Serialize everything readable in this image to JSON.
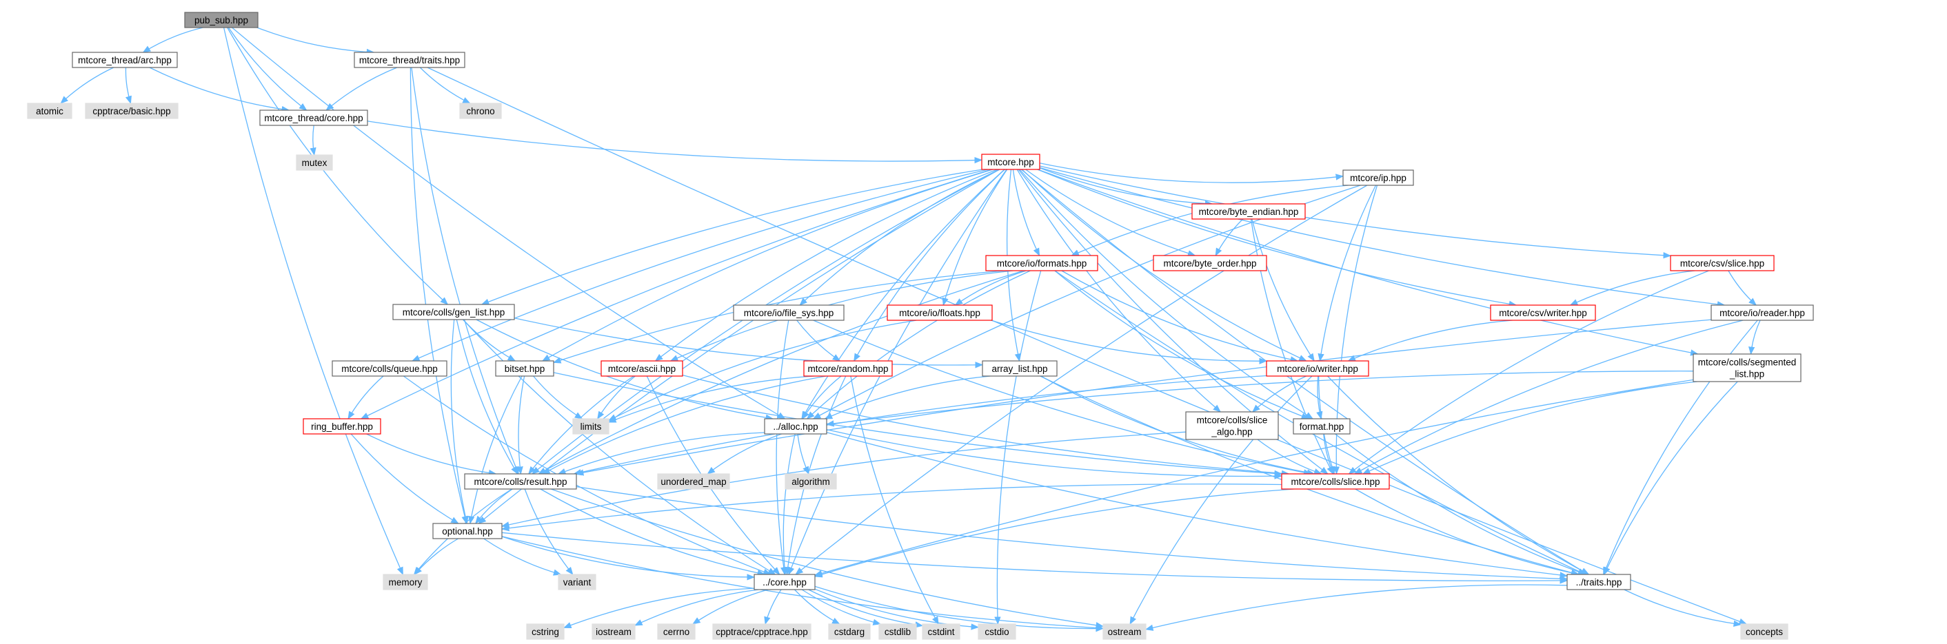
{
  "graph": {
    "colors": {
      "edge": "#63b8ff",
      "root_fill": "#999999",
      "file_border": "#666666",
      "truncated_border": "#ff0000",
      "system_fill": "#e0e0e0"
    },
    "nodes": [
      {
        "id": "pub_sub",
        "label": "pub_sub.hpp",
        "kind": "root"
      },
      {
        "id": "arc",
        "label": "mtcore_thread/arc.hpp",
        "kind": "file"
      },
      {
        "id": "ttraits",
        "label": "mtcore_thread/traits.hpp",
        "kind": "file"
      },
      {
        "id": "atomic",
        "label": "atomic",
        "kind": "system"
      },
      {
        "id": "cpptrace_basic",
        "label": "cpptrace/basic.hpp",
        "kind": "system"
      },
      {
        "id": "tcore",
        "label": "mtcore_thread/core.hpp",
        "kind": "file"
      },
      {
        "id": "chrono",
        "label": "chrono",
        "kind": "system"
      },
      {
        "id": "mutex",
        "label": "mutex",
        "kind": "system"
      },
      {
        "id": "mtcore",
        "label": "mtcore.hpp",
        "kind": "truncated"
      },
      {
        "id": "byte_endian",
        "label": "mtcore/byte_endian.hpp",
        "kind": "truncated"
      },
      {
        "id": "ip",
        "label": "mtcore/ip.hpp",
        "kind": "file"
      },
      {
        "id": "formats",
        "label": "mtcore/io/formats.hpp",
        "kind": "truncated"
      },
      {
        "id": "byte_order",
        "label": "mtcore/byte_order.hpp",
        "kind": "truncated"
      },
      {
        "id": "csv_slice",
        "label": "mtcore/csv/slice.hpp",
        "kind": "truncated"
      },
      {
        "id": "gen_list",
        "label": "mtcore/colls/gen_list.hpp",
        "kind": "file"
      },
      {
        "id": "file_sys",
        "label": "mtcore/io/file_sys.hpp",
        "kind": "file"
      },
      {
        "id": "floats",
        "label": "mtcore/io/floats.hpp",
        "kind": "truncated"
      },
      {
        "id": "csv_writer",
        "label": "mtcore/csv/writer.hpp",
        "kind": "truncated"
      },
      {
        "id": "reader",
        "label": "mtcore/io/reader.hpp",
        "kind": "file"
      },
      {
        "id": "queue",
        "label": "mtcore/colls/queue.hpp",
        "kind": "file"
      },
      {
        "id": "bitset",
        "label": "bitset.hpp",
        "kind": "file"
      },
      {
        "id": "ascii",
        "label": "mtcore/ascii.hpp",
        "kind": "truncated"
      },
      {
        "id": "random",
        "label": "mtcore/random.hpp",
        "kind": "truncated"
      },
      {
        "id": "array_list",
        "label": "array_list.hpp",
        "kind": "file"
      },
      {
        "id": "io_writer",
        "label": "mtcore/io/writer.hpp",
        "kind": "truncated"
      },
      {
        "id": "segmented",
        "label": [
          "mtcore/colls/segmented",
          "_list.hpp"
        ],
        "kind": "file"
      },
      {
        "id": "ring_buffer",
        "label": "ring_buffer.hpp",
        "kind": "truncated"
      },
      {
        "id": "limits",
        "label": "limits",
        "kind": "system"
      },
      {
        "id": "alloc",
        "label": "../alloc.hpp",
        "kind": "file"
      },
      {
        "id": "slice_algo",
        "label": [
          "mtcore/colls/slice",
          "_algo.hpp"
        ],
        "kind": "file"
      },
      {
        "id": "format",
        "label": "format.hpp",
        "kind": "file"
      },
      {
        "id": "result",
        "label": "mtcore/colls/result.hpp",
        "kind": "file"
      },
      {
        "id": "unordered_map",
        "label": "unordered_map",
        "kind": "system"
      },
      {
        "id": "algorithm",
        "label": "algorithm",
        "kind": "system"
      },
      {
        "id": "slice",
        "label": "mtcore/colls/slice.hpp",
        "kind": "truncated"
      },
      {
        "id": "optional",
        "label": "optional.hpp",
        "kind": "file"
      },
      {
        "id": "memory",
        "label": "memory",
        "kind": "system"
      },
      {
        "id": "variant",
        "label": "variant",
        "kind": "system"
      },
      {
        "id": "core",
        "label": "../core.hpp",
        "kind": "file"
      },
      {
        "id": "traits",
        "label": "../traits.hpp",
        "kind": "file"
      },
      {
        "id": "cstring",
        "label": "cstring",
        "kind": "system"
      },
      {
        "id": "iostream",
        "label": "iostream",
        "kind": "system"
      },
      {
        "id": "cerrno",
        "label": "cerrno",
        "kind": "system"
      },
      {
        "id": "cpptrace",
        "label": "cpptrace/cpptrace.hpp",
        "kind": "system"
      },
      {
        "id": "cstdarg",
        "label": "cstdarg",
        "kind": "system"
      },
      {
        "id": "cstdlib",
        "label": "cstdlib",
        "kind": "system"
      },
      {
        "id": "cstdint",
        "label": "cstdint",
        "kind": "system"
      },
      {
        "id": "cstdio",
        "label": "cstdio",
        "kind": "system"
      },
      {
        "id": "ostream",
        "label": "ostream",
        "kind": "system"
      },
      {
        "id": "concepts",
        "label": "concepts",
        "kind": "system"
      }
    ],
    "edges": [
      [
        "pub_sub",
        "arc"
      ],
      [
        "pub_sub",
        "ttraits"
      ],
      [
        "pub_sub",
        "tcore"
      ],
      [
        "pub_sub",
        "gen_list"
      ],
      [
        "pub_sub",
        "alloc"
      ],
      [
        "pub_sub",
        "memory"
      ],
      [
        "arc",
        "atomic"
      ],
      [
        "arc",
        "cpptrace_basic"
      ],
      [
        "arc",
        "tcore"
      ],
      [
        "ttraits",
        "tcore"
      ],
      [
        "ttraits",
        "chrono"
      ],
      [
        "ttraits",
        "concepts"
      ],
      [
        "ttraits",
        "result"
      ],
      [
        "ttraits",
        "optional"
      ],
      [
        "tcore",
        "mutex"
      ],
      [
        "tcore",
        "mtcore"
      ],
      [
        "mtcore",
        "byte_endian"
      ],
      [
        "mtcore",
        "ip"
      ],
      [
        "mtcore",
        "formats"
      ],
      [
        "mtcore",
        "byte_order"
      ],
      [
        "mtcore",
        "csv_slice"
      ],
      [
        "mtcore",
        "gen_list"
      ],
      [
        "mtcore",
        "file_sys"
      ],
      [
        "mtcore",
        "floats"
      ],
      [
        "mtcore",
        "csv_writer"
      ],
      [
        "mtcore",
        "reader"
      ],
      [
        "mtcore",
        "queue"
      ],
      [
        "mtcore",
        "bitset"
      ],
      [
        "mtcore",
        "ascii"
      ],
      [
        "mtcore",
        "random"
      ],
      [
        "mtcore",
        "array_list"
      ],
      [
        "mtcore",
        "io_writer"
      ],
      [
        "mtcore",
        "segmented"
      ],
      [
        "mtcore",
        "ring_buffer"
      ],
      [
        "mtcore",
        "alloc"
      ],
      [
        "mtcore",
        "slice_algo"
      ],
      [
        "mtcore",
        "format"
      ],
      [
        "mtcore",
        "result"
      ],
      [
        "mtcore",
        "slice"
      ],
      [
        "mtcore",
        "optional"
      ],
      [
        "mtcore",
        "core"
      ],
      [
        "mtcore",
        "traits"
      ],
      [
        "byte_endian",
        "byte_order"
      ],
      [
        "byte_endian",
        "io_writer"
      ],
      [
        "byte_endian",
        "slice"
      ],
      [
        "ip",
        "formats"
      ],
      [
        "ip",
        "io_writer"
      ],
      [
        "ip",
        "alloc"
      ],
      [
        "ip",
        "slice"
      ],
      [
        "ip",
        "core"
      ],
      [
        "formats",
        "floats"
      ],
      [
        "formats",
        "ascii"
      ],
      [
        "formats",
        "io_writer"
      ],
      [
        "formats",
        "bitset"
      ],
      [
        "formats",
        "alloc"
      ],
      [
        "formats",
        "format"
      ],
      [
        "formats",
        "cstdio"
      ],
      [
        "formats",
        "traits"
      ],
      [
        "formats",
        "result"
      ],
      [
        "csv_slice",
        "csv_writer"
      ],
      [
        "csv_slice",
        "reader"
      ],
      [
        "csv_slice",
        "slice"
      ],
      [
        "gen_list",
        "bitset"
      ],
      [
        "gen_list",
        "alloc"
      ],
      [
        "gen_list",
        "result"
      ],
      [
        "gen_list",
        "optional"
      ],
      [
        "gen_list",
        "core"
      ],
      [
        "gen_list",
        "array_list"
      ],
      [
        "file_sys",
        "random"
      ],
      [
        "file_sys",
        "slice"
      ],
      [
        "file_sys",
        "core"
      ],
      [
        "floats",
        "io_writer"
      ],
      [
        "floats",
        "limits"
      ],
      [
        "csv_writer",
        "io_writer"
      ],
      [
        "reader",
        "segmented"
      ],
      [
        "reader",
        "slice"
      ],
      [
        "reader",
        "result"
      ],
      [
        "reader",
        "traits"
      ],
      [
        "queue",
        "ring_buffer"
      ],
      [
        "queue",
        "core"
      ],
      [
        "bitset",
        "limits"
      ],
      [
        "bitset",
        "result"
      ],
      [
        "bitset",
        "optional"
      ],
      [
        "bitset",
        "slice"
      ],
      [
        "ascii",
        "limits"
      ],
      [
        "ascii",
        "result"
      ],
      [
        "ascii",
        "core"
      ],
      [
        "ascii",
        "slice"
      ],
      [
        "random",
        "alloc"
      ],
      [
        "random",
        "limits"
      ],
      [
        "random",
        "result"
      ],
      [
        "random",
        "core"
      ],
      [
        "random",
        "cstdint"
      ],
      [
        "array_list",
        "alloc"
      ],
      [
        "array_list",
        "slice"
      ],
      [
        "array_list",
        "traits"
      ],
      [
        "io_writer",
        "format"
      ],
      [
        "io_writer",
        "slice_algo"
      ],
      [
        "io_writer",
        "slice"
      ],
      [
        "io_writer",
        "result"
      ],
      [
        "io_writer",
        "traits"
      ],
      [
        "io_writer",
        "ostream"
      ],
      [
        "segmented",
        "alloc"
      ],
      [
        "segmented",
        "slice"
      ],
      [
        "segmented",
        "traits"
      ],
      [
        "segmented",
        "core"
      ],
      [
        "ring_buffer",
        "result"
      ],
      [
        "ring_buffer",
        "optional"
      ],
      [
        "alloc",
        "result"
      ],
      [
        "alloc",
        "unordered_map"
      ],
      [
        "alloc",
        "algorithm"
      ],
      [
        "alloc",
        "slice"
      ],
      [
        "alloc",
        "core"
      ],
      [
        "alloc",
        "traits"
      ],
      [
        "slice_algo",
        "slice"
      ],
      [
        "slice_algo",
        "optional"
      ],
      [
        "format",
        "slice"
      ],
      [
        "format",
        "traits"
      ],
      [
        "result",
        "optional"
      ],
      [
        "result",
        "memory"
      ],
      [
        "result",
        "variant"
      ],
      [
        "result",
        "core"
      ],
      [
        "result",
        "traits"
      ],
      [
        "result",
        "ostream"
      ],
      [
        "slice",
        "core"
      ],
      [
        "slice",
        "traits"
      ],
      [
        "slice",
        "optional"
      ],
      [
        "optional",
        "memory"
      ],
      [
        "optional",
        "variant"
      ],
      [
        "optional",
        "core"
      ],
      [
        "optional",
        "traits"
      ],
      [
        "optional",
        "ostream"
      ],
      [
        "core",
        "cstring"
      ],
      [
        "core",
        "iostream"
      ],
      [
        "core",
        "cerrno"
      ],
      [
        "core",
        "cpptrace"
      ],
      [
        "core",
        "cstdarg"
      ],
      [
        "core",
        "cstdlib"
      ],
      [
        "core",
        "cstdint"
      ],
      [
        "core",
        "cstdio"
      ],
      [
        "core",
        "ostream"
      ],
      [
        "traits",
        "concepts"
      ],
      [
        "traits",
        "ostream"
      ]
    ]
  }
}
